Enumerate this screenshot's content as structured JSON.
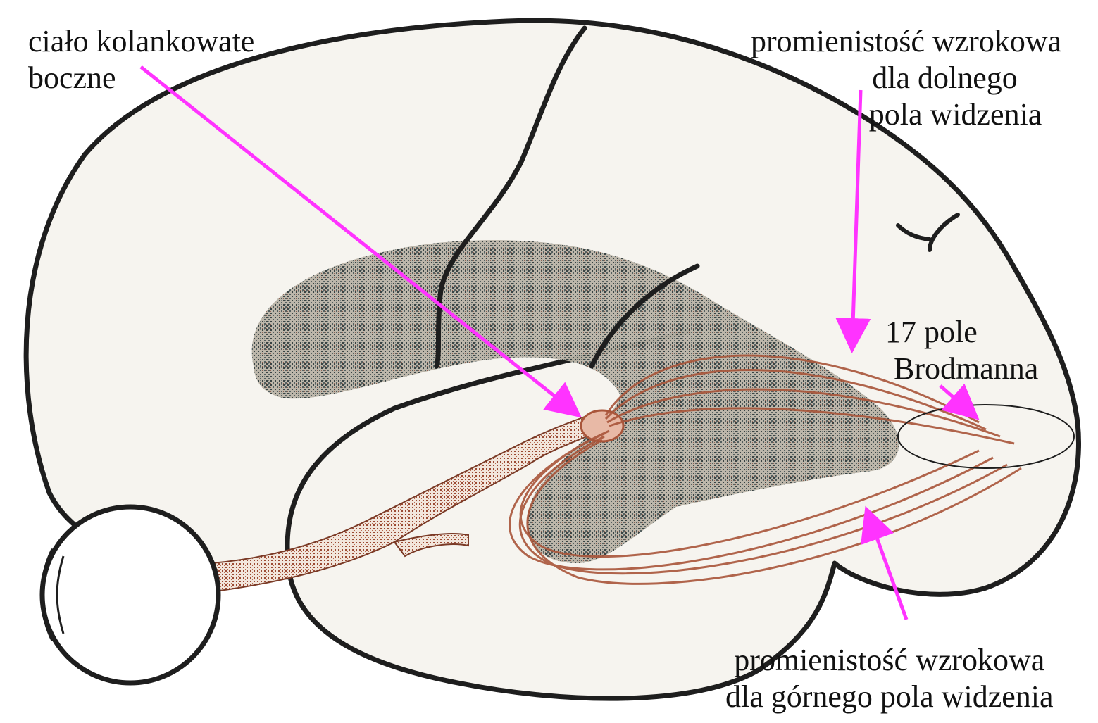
{
  "labels": {
    "lgn": [
      "ciało kolankowate",
      "boczne"
    ],
    "upper_radiation": [
      "promienistość wzrokowa",
      "dla dolnego",
      "pola widzenia"
    ],
    "area17": [
      "17 pole",
      "Brodmanna"
    ],
    "lower_radiation": [
      "promienistość wzrokowa",
      "dla górnego pola widzenia"
    ]
  },
  "colors": {
    "background": "#ffffff",
    "brain_fill": "#f6f4ef",
    "outline": "#1e1e1e",
    "stipple": "#3f4848",
    "fibers": "#a9553a",
    "arrows": "#ff33ff"
  }
}
